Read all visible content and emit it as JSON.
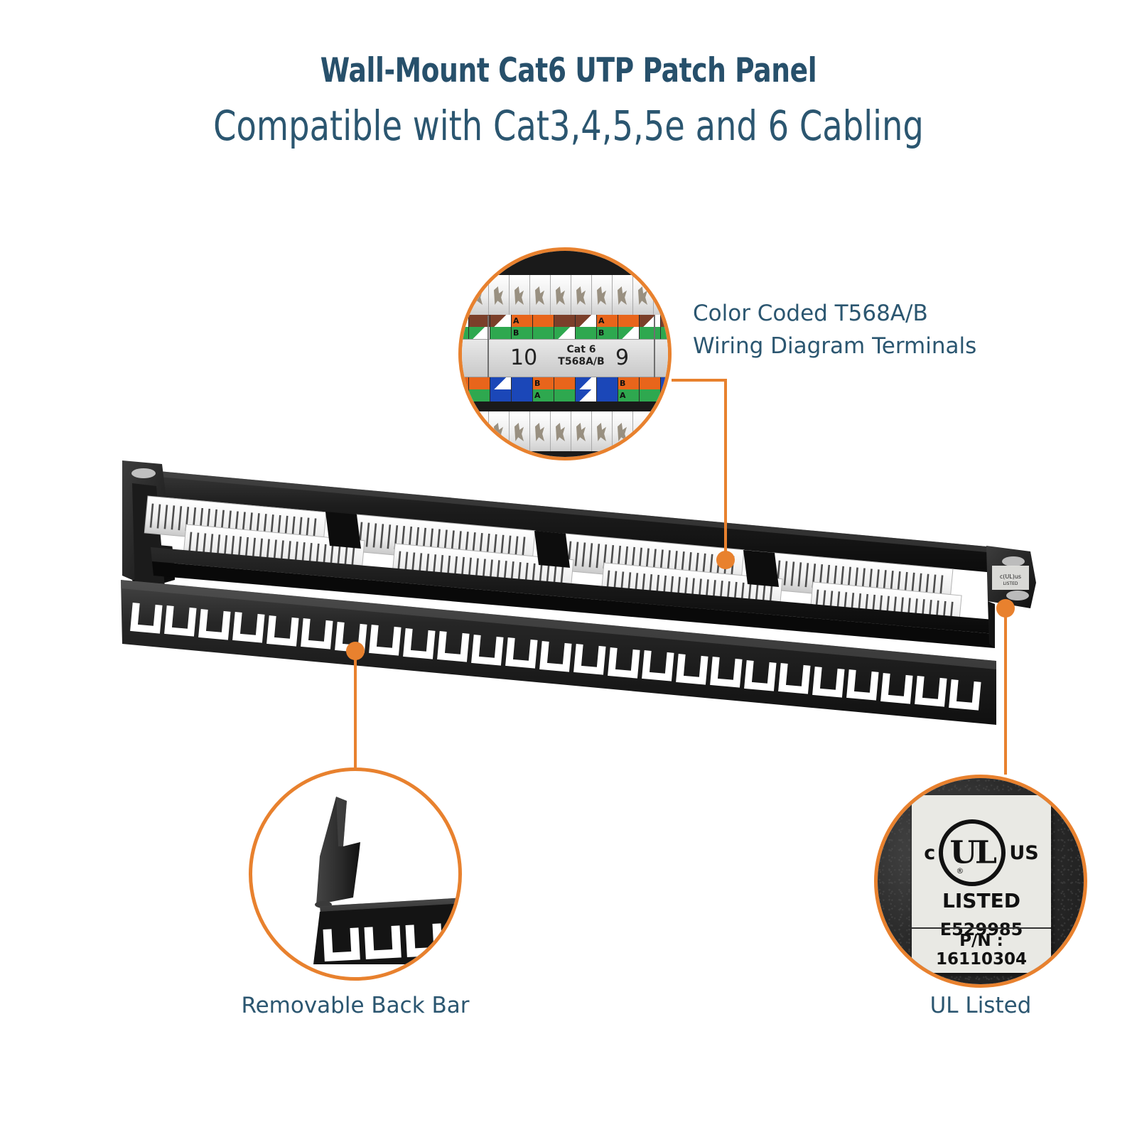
{
  "header": {
    "title": "Wall-Mount Cat6 UTP Patch Panel",
    "subtitle": "Compatible with Cat3,4,5,5e and 6 Cabling"
  },
  "callouts": {
    "terminals": {
      "line1": "Color Coded T568A/B",
      "line2": "Wiring Diagram Terminals"
    },
    "back_bar_caption": "Removable Back Bar",
    "ul_caption": "UL Listed"
  },
  "terminal_detail": {
    "port_left": "10",
    "port_right": "9",
    "cat_line1": "Cat 6",
    "cat_line2": "T568A/B",
    "pair_label_a": "A",
    "pair_label_b": "B"
  },
  "ul_label": {
    "c_mark": "c",
    "ul_mark": "UL",
    "registered": "®",
    "us_mark": "US",
    "listed": "LISTED",
    "file_number": "E529985",
    "part_number": "P/N : 16110304"
  },
  "colors": {
    "heading_blue": "#27506B",
    "body_blue": "#2B5670",
    "accent_orange": "#E8812E",
    "panel_black": "#1a1a1a",
    "idc_white": "#f2f2f2",
    "wire_brown": "#7B3F2A",
    "wire_orange": "#E8651B",
    "wire_green": "#2EA84F",
    "wire_blue": "#1B47B8",
    "background": "#FFFFFF"
  }
}
